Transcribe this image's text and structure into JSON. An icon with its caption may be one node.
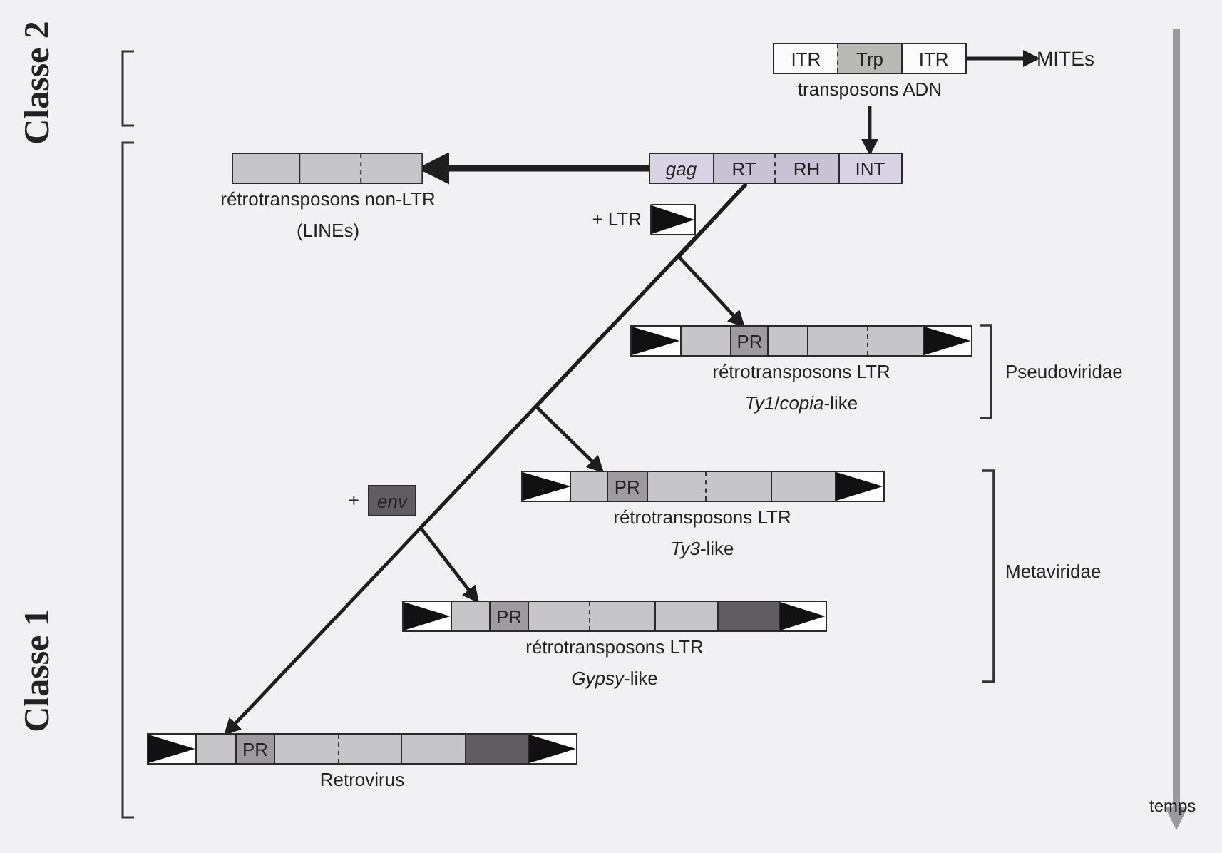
{
  "diagram": {
    "nodes": [
      {
        "text": [
          "ITR",
          "Trp",
          "ITR"
        ],
        "beside": [
          "transposons ADN"
        ]
      },
      {
        "text": [
          "MITEs"
        ]
      },
      {
        "text": [],
        "shape": "bar",
        "beside": [
          "rétrotransposons non-LTR",
          "(LINEs)"
        ]
      },
      {
        "text": [
          "*gag*",
          "RT",
          "RH",
          "INT"
        ]
      },
      {
        "text": [],
        "shape": "box",
        "beside": [
          "+ LTR"
        ]
      },
      {
        "text": [
          "PR"
        ],
        "beside": [
          "rétrotransposons LTR",
          "*Ty1*/*copia*-like"
        ]
      },
      {
        "text": [
          "PR"
        ],
        "beside": [
          "rétrotransposons LTR",
          "*Ty3*-like"
        ]
      },
      {
        "text": [
          "*env*"
        ],
        "beside": [
          "+"
        ]
      },
      {
        "text": [
          "PR"
        ],
        "beside": [
          "rétrotransposons LTR",
          "*Gypsy*-like"
        ]
      },
      {
        "text": [
          "PR"
        ],
        "beside": [
          "Retrovirus"
        ]
      }
    ],
    "edges": [
      {
        "from": 0,
        "to": 1,
        "arrow": "to"
      },
      {
        "from": 0,
        "to": 3,
        "arrow": "to"
      },
      {
        "from": 3,
        "to": 2,
        "arrow": "to",
        "style": "thick"
      },
      {
        "from": 3,
        "to": 5,
        "arrow": "to"
      },
      {
        "from": 3,
        "to": 6,
        "arrow": "to"
      },
      {
        "from": 3,
        "to": 8,
        "arrow": "to"
      },
      {
        "from": 3,
        "to": 9,
        "arrow": "to"
      }
    ],
    "labels": [
      "Classe 2",
      "Classe 1",
      "Pseudoviridae",
      "Metaviridae",
      "temps"
    ]
  }
}
